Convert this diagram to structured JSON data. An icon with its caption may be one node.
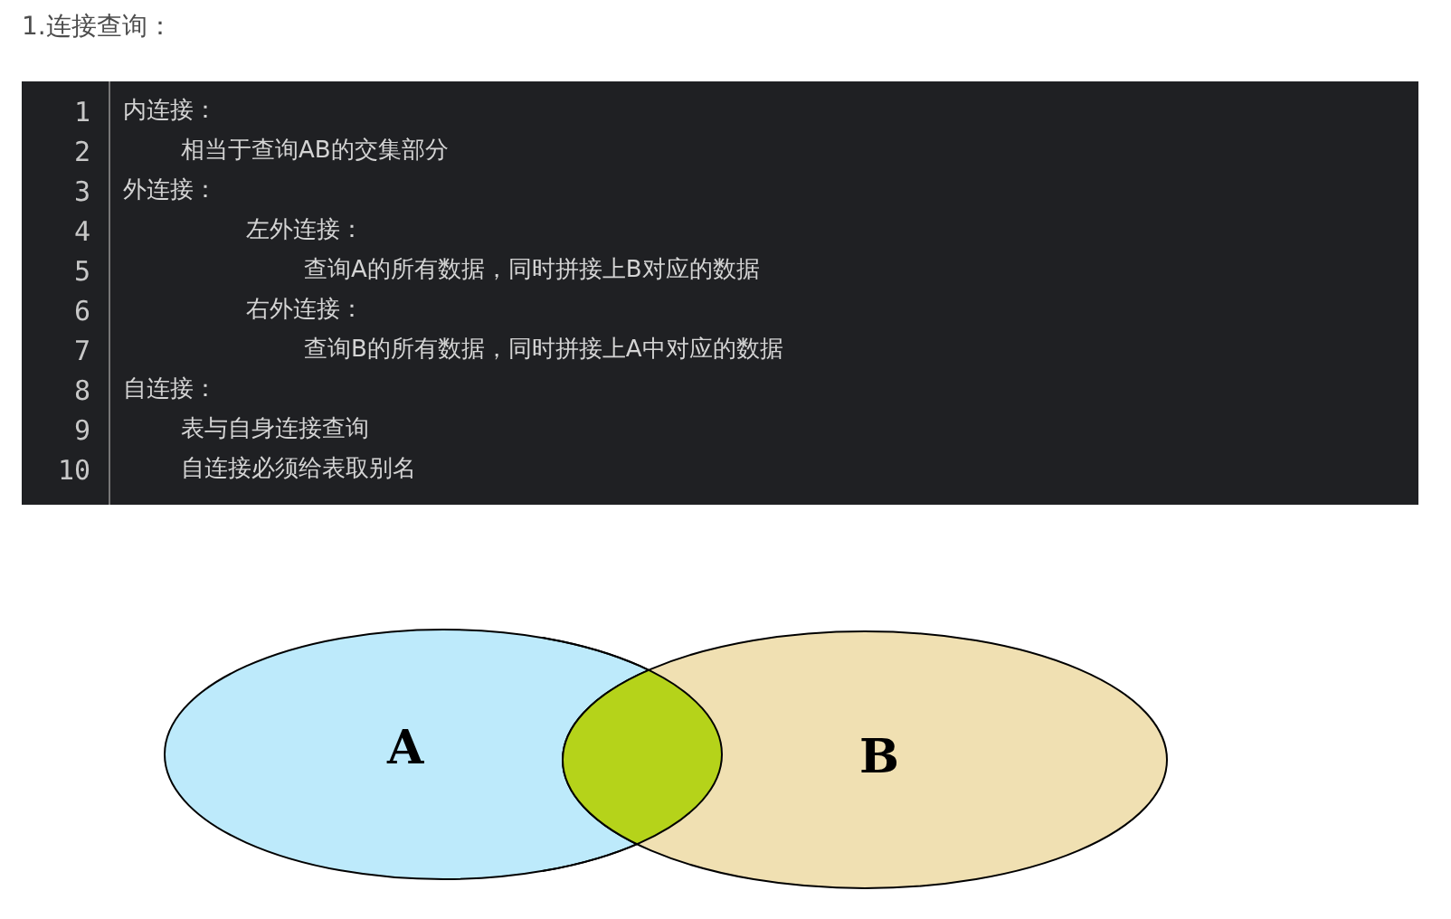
{
  "diagram": {
    "title": "1.连接查询：",
    "nodes": [
      {
        "text": [
          "A"
        ]
      },
      {
        "text": [
          "B"
        ]
      }
    ],
    "edges": [],
    "labels": [
      "1",
      "内连接：",
      "2",
      "相当于查询AB的交集部分",
      "3",
      "外连接：",
      "4",
      "左外连接：",
      "5",
      "查询A的所有数据，同时拼接上B对应的数据",
      "6",
      "右外连接：",
      "7",
      "查询B的所有数据，同时拼接上A中对应的数据",
      "8",
      "自连接：",
      "9",
      "表与自身连接查询",
      "10",
      "自连接必须给表取别名"
    ]
  }
}
